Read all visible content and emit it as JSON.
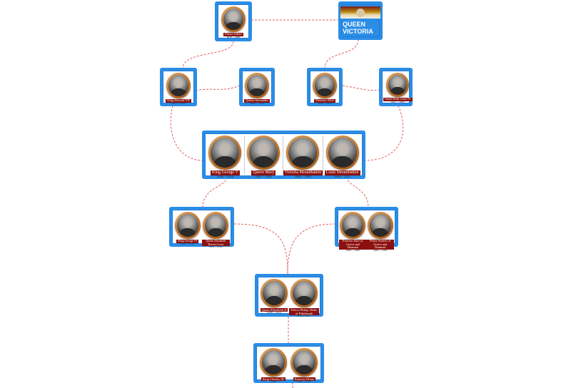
{
  "colors": {
    "frame": "#2b8de6",
    "link": "#e46060",
    "label_bg": "#8c1010"
  },
  "nodes": {
    "albert": {
      "people": [
        {
          "name": "Prince Albert",
          "dates": "1819 – 1861"
        }
      ]
    },
    "victoria": {
      "title": "QUEEN VICTORIA"
    },
    "edward": {
      "people": [
        {
          "name": "King Edward VII",
          "dates": "1841 – 1910"
        }
      ]
    },
    "alexandra": {
      "people": [
        {
          "name": "Queen Alexandra",
          "dates": "1844 – 1925"
        }
      ]
    },
    "alice": {
      "people": [
        {
          "name": "Princess Alice",
          "dates": "1843 – 1878"
        }
      ]
    },
    "louis_hesse": {
      "people": [
        {
          "name": "Grand Duke Louis IV",
          "dates": "1837 – 1892"
        }
      ]
    },
    "gen3": {
      "people": [
        {
          "name": "King George V",
          "dates": "1865 – 1936"
        },
        {
          "name": "Queen Mary",
          "dates": "1867 – 1953"
        },
        {
          "name": "Victoria Mountbatten",
          "dates": "1863 – 1950"
        },
        {
          "name": "Louis Mountbatten",
          "dates": "1854 – 1921"
        }
      ]
    },
    "george6": {
      "people": [
        {
          "name": "King George VI",
          "dates": "1895 – 1952"
        },
        {
          "name": "Queen Elizabeth Bowes-Lyon",
          "dates": "1900 – 2002"
        }
      ]
    },
    "alice_batt": {
      "people": [
        {
          "name": "Princess Alice of Greece and Denmark",
          "dates": "1885 – 1969"
        },
        {
          "name": "Prince Andrew of Greece and Denmark",
          "dates": "1882 – 1944"
        }
      ]
    },
    "elizabeth": {
      "people": [
        {
          "name": "Queen Elizabeth II",
          "dates": "1926 – 2022"
        },
        {
          "name": "Prince Philip, Duke of Edinburgh",
          "dates": "1921 – 2021"
        }
      ]
    },
    "charles": {
      "people": [
        {
          "name": "King Charles III",
          "dates": "1948"
        },
        {
          "name": "Princess Diana",
          "dates": "1961 – 1997"
        }
      ]
    }
  }
}
